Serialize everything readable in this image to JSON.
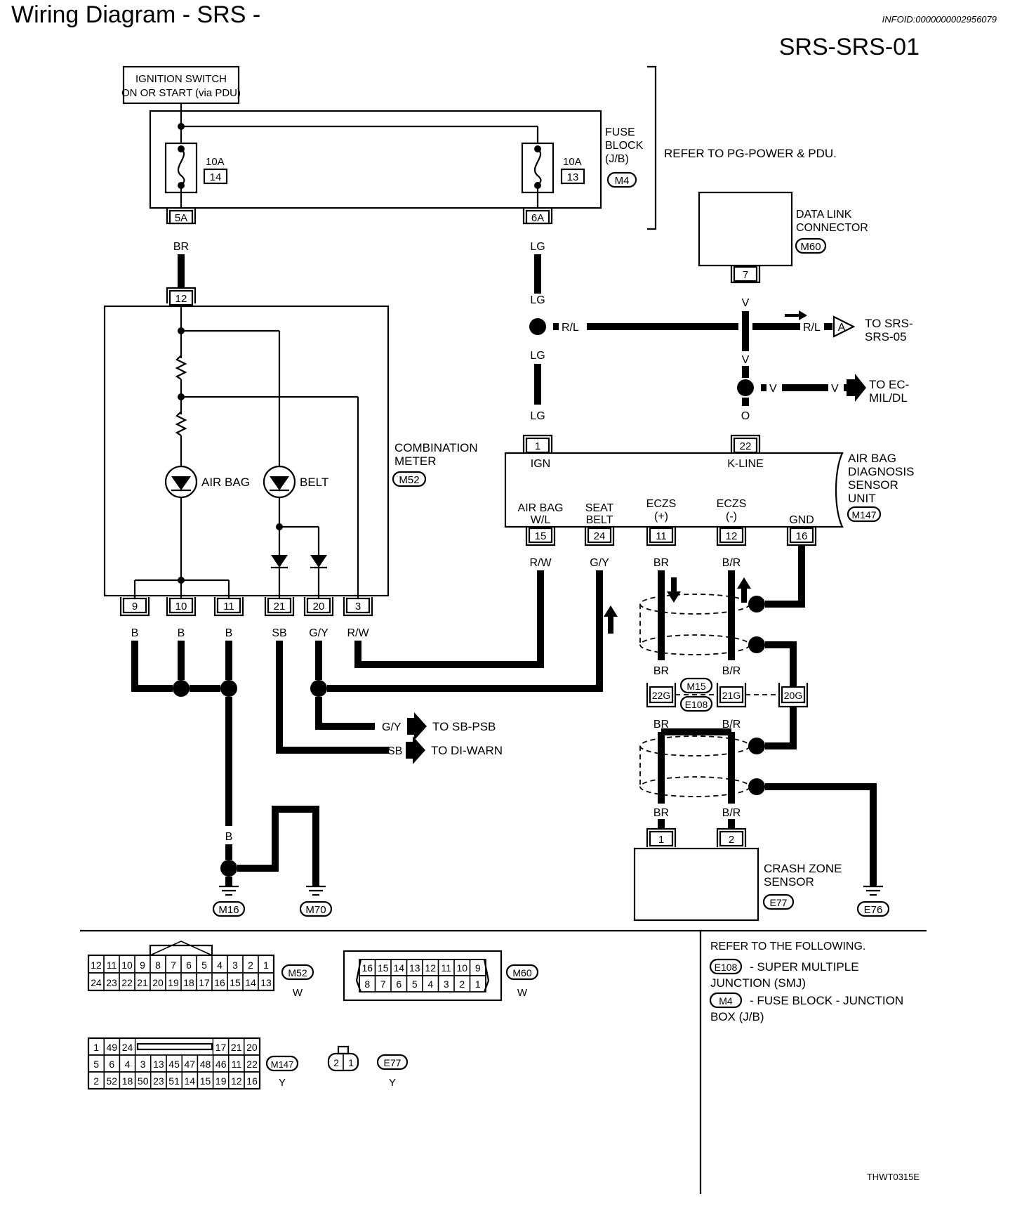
{
  "header": {
    "title": "Wiring Diagram - SRS -",
    "info_id": "INFOID:0000000002956079",
    "diagram_code": "SRS-SRS-01"
  },
  "power": {
    "ignition_line1": "IGNITION SWITCH",
    "ignition_line2": "ON OR START (via PDU)",
    "fuse_left_amp": "10A",
    "fuse_left_num": "14",
    "fuse_right_amp": "10A",
    "fuse_right_num": "13",
    "fuse_block_line1": "FUSE",
    "fuse_block_line2": "BLOCK",
    "fuse_block_line3": "(J/B)",
    "fuse_block_conn": "M4",
    "refer_power": "REFER TO PG-POWER & PDU.",
    "term_5a": "5A",
    "term_6a": "6A"
  },
  "wires": {
    "br": "BR",
    "lg": "LG",
    "rl": "R/L",
    "v": "V",
    "o": "O",
    "rw": "R/W",
    "gy": "G/Y",
    "b": "B",
    "sb": "SB",
    "br2": "B/R"
  },
  "dlc": {
    "line1": "DATA LINK",
    "line2": "CONNECTOR",
    "conn": "M60",
    "pin": "7"
  },
  "destinations": {
    "a_letter": "A",
    "srs05_line1": "TO SRS-",
    "srs05_line2": "SRS-05",
    "ec_line1": "TO EC-",
    "ec_line2": "MIL/DL",
    "sb_psb": "TO SB-PSB",
    "di_warn": "TO DI-WARN"
  },
  "meter": {
    "line1": "COMBINATION",
    "line2": "METER",
    "conn": "M52",
    "pin_top": "12",
    "airbag_lamp": "AIR BAG",
    "belt_lamp": "BELT",
    "pins_bottom": [
      "9",
      "10",
      "11",
      "21",
      "20",
      "3"
    ]
  },
  "sensor_unit": {
    "line1": "AIR BAG",
    "line2": "DIAGNOSIS",
    "line3": "SENSOR",
    "line4": "UNIT",
    "conn": "M147",
    "pin_ign": "1",
    "label_ign": "IGN",
    "pin_kline": "22",
    "label_kline": "K-LINE",
    "label_airbag_wl_1": "AIR BAG",
    "label_airbag_wl_2": "W/L",
    "label_seatbelt_1": "SEAT",
    "label_seatbelt_2": "BELT",
    "label_eczs_p_1": "ECZS",
    "label_eczs_p_2": "(+)",
    "label_eczs_m_1": "ECZS",
    "label_eczs_m_2": "(-)",
    "label_gnd": "GND",
    "pins": [
      "15",
      "24",
      "11",
      "12",
      "16"
    ]
  },
  "junction": {
    "pin_a": "22G",
    "pin_b": "21G",
    "pin_c": "20G",
    "conn_top": "M15",
    "conn_bottom": "E108"
  },
  "crash_sensor": {
    "line1": "CRASH ZONE",
    "line2": "SENSOR",
    "conn": "E77",
    "pins": [
      "1",
      "2"
    ]
  },
  "grounds": [
    "M16",
    "M70",
    "E76"
  ],
  "connector_views": {
    "m52_row1": [
      "12",
      "11",
      "10",
      "9",
      "8",
      "7",
      "6",
      "5",
      "4",
      "3",
      "2",
      "1"
    ],
    "m52_row2": [
      "24",
      "23",
      "22",
      "21",
      "20",
      "19",
      "18",
      "17",
      "16",
      "15",
      "14",
      "13"
    ],
    "m52_name": "M52",
    "m52_color": "W",
    "m60_row1": [
      "16",
      "15",
      "14",
      "13",
      "12",
      "11",
      "10",
      "9"
    ],
    "m60_row2": [
      "8",
      "7",
      "6",
      "5",
      "4",
      "3",
      "2",
      "1"
    ],
    "m60_name": "M60",
    "m60_color": "W",
    "m147_row1a": [
      "1",
      "49",
      "24"
    ],
    "m147_row1b": [
      "17",
      "21",
      "20"
    ],
    "m147_row2": [
      "5",
      "6",
      "4",
      "3",
      "13",
      "45",
      "47",
      "48",
      "46",
      "11",
      "22"
    ],
    "m147_row3": [
      "2",
      "52",
      "18",
      "50",
      "23",
      "51",
      "14",
      "15",
      "19",
      "12",
      "16"
    ],
    "m147_name": "M147",
    "m147_color": "Y",
    "e77_pins": [
      "2",
      "1"
    ],
    "e77_name": "E77",
    "e77_color": "Y"
  },
  "refer": {
    "heading": "REFER TO THE FOLLOWING.",
    "item1_conn": "E108",
    "item1_line1": "- SUPER MULTIPLE",
    "item1_line2": "JUNCTION (SMJ)",
    "item2_conn": "M4",
    "item2_line1": "- FUSE BLOCK - JUNCTION",
    "item2_line2": "BOX (J/B)"
  },
  "footer_code": "THWT0315E"
}
